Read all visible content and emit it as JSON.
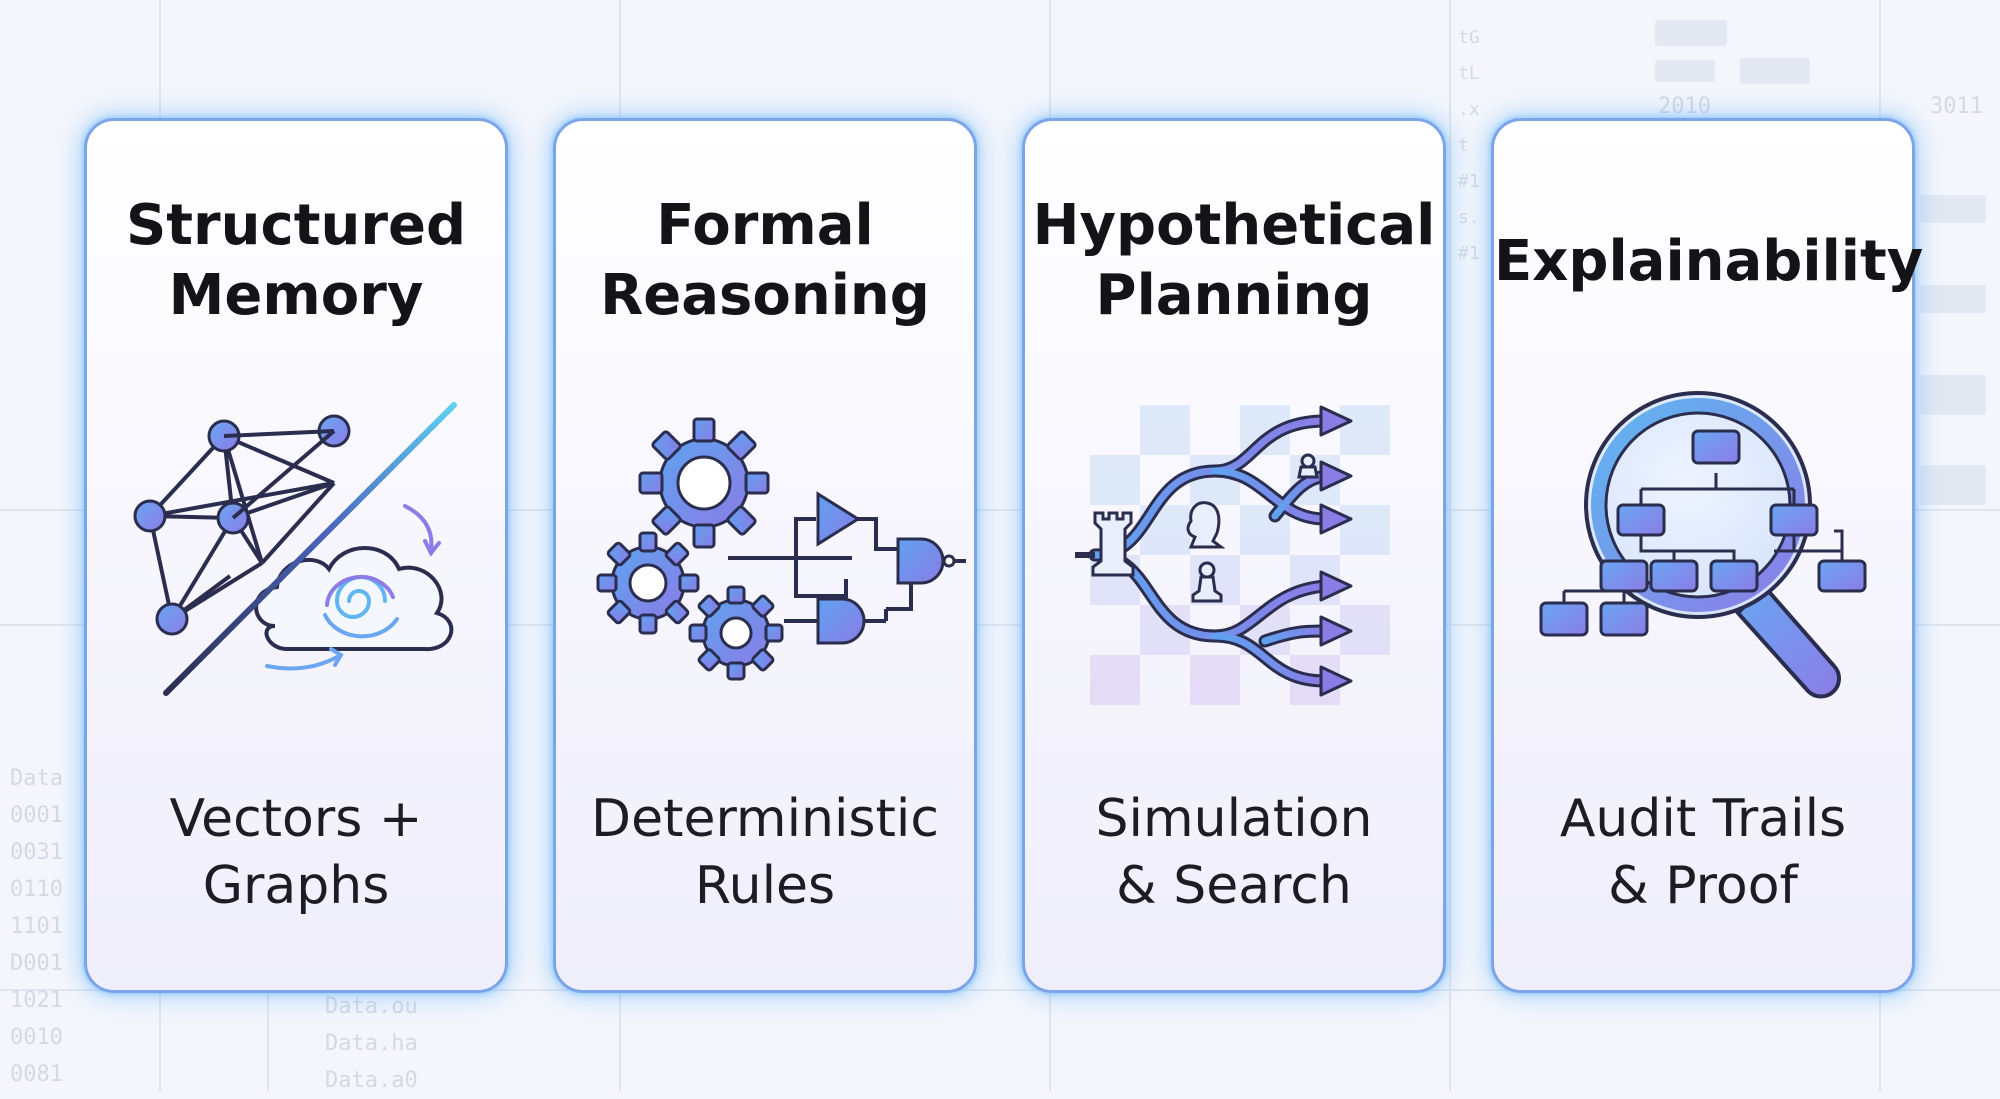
{
  "cards": [
    {
      "title_lines": [
        "Structured",
        "Memory"
      ],
      "subtitle_lines": [
        "Vectors +",
        "Graphs"
      ],
      "icon": "knowledge-graph-cloud-icon"
    },
    {
      "title_lines": [
        "Formal",
        "Reasoning"
      ],
      "subtitle_lines": [
        "Deterministic",
        "Rules"
      ],
      "icon": "gears-logic-gates-icon"
    },
    {
      "title_lines": [
        "Hypothetical",
        "Planning"
      ],
      "subtitle_lines": [
        "Simulation",
        "& Search"
      ],
      "icon": "chess-branching-paths-icon"
    },
    {
      "title_lines": [
        "Explainability"
      ],
      "subtitle_lines": [
        "Audit Trails",
        "& Proof"
      ],
      "icon": "magnifier-tree-icon"
    }
  ],
  "background_text": {
    "left_column": [
      "Data",
      "0001",
      "0031",
      "0110",
      "1101",
      "D001",
      "1021",
      "0010",
      "0081"
    ],
    "bottom_column": [
      "Data.ou",
      "Data.ha",
      "Data.a0"
    ],
    "top_right": [
      "tG",
      "tL",
      ".x",
      "t",
      "#1",
      "s.",
      "#1"
    ],
    "year_labels": [
      "2010",
      "3011"
    ]
  },
  "colors": {
    "card_border": "#7ea4e8",
    "glow": "#58aaff",
    "icon_blue": "#5b8fe8",
    "icon_purple": "#8b7ce6",
    "icon_stroke": "#2a2d4e"
  }
}
